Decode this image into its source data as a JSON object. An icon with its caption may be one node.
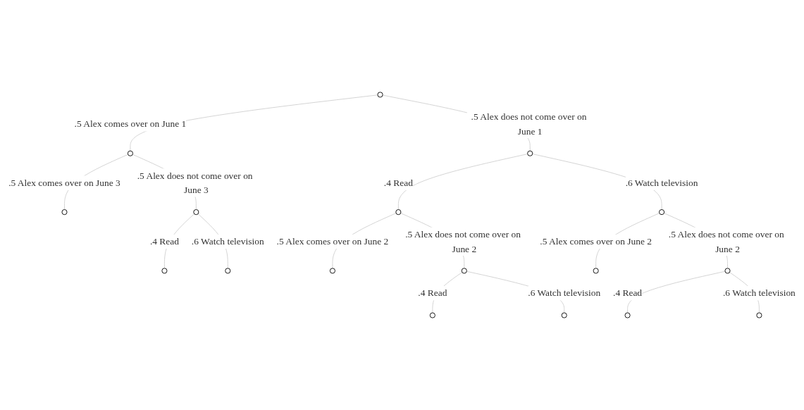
{
  "diagram": {
    "nodes": [
      {
        "text": [],
        "shape": "circle"
      },
      {
        "text": [],
        "shape": "circle"
      },
      {
        "text": [],
        "shape": "circle"
      },
      {
        "text": [],
        "shape": "circle"
      },
      {
        "text": [],
        "shape": "circle"
      },
      {
        "text": [],
        "shape": "circle"
      },
      {
        "text": [],
        "shape": "circle"
      },
      {
        "text": [],
        "shape": "circle"
      },
      {
        "text": [],
        "shape": "circle"
      },
      {
        "text": [],
        "shape": "circle"
      },
      {
        "text": [],
        "shape": "circle"
      },
      {
        "text": [],
        "shape": "circle"
      },
      {
        "text": [],
        "shape": "circle"
      },
      {
        "text": [],
        "shape": "circle"
      },
      {
        "text": [],
        "shape": "circle"
      },
      {
        "text": [],
        "shape": "circle"
      },
      {
        "text": [],
        "shape": "circle"
      }
    ],
    "edges": [
      {
        "from": 0,
        "to": 1,
        "arrow": "none",
        "label": ".5 Alex comes over on June 1"
      },
      {
        "from": 0,
        "to": 2,
        "arrow": "none",
        "label": ".5 Alex does not come over on June 1"
      },
      {
        "from": 1,
        "to": 3,
        "arrow": "none",
        "label": ".5 Alex comes over on June 3"
      },
      {
        "from": 1,
        "to": 4,
        "arrow": "none",
        "label": ".5 Alex does not come over on June 3"
      },
      {
        "from": 4,
        "to": 5,
        "arrow": "none",
        "label": ".4 Read"
      },
      {
        "from": 4,
        "to": 6,
        "arrow": "none",
        "label": ".6 Watch television"
      },
      {
        "from": 2,
        "to": 7,
        "arrow": "none",
        "label": ".4 Read"
      },
      {
        "from": 2,
        "to": 8,
        "arrow": "none",
        "label": ".6 Watch television"
      },
      {
        "from": 7,
        "to": 9,
        "arrow": "none",
        "label": ".5 Alex comes over on June 2"
      },
      {
        "from": 7,
        "to": 10,
        "arrow": "none",
        "label": ".5 Alex does not come over on June 2"
      },
      {
        "from": 8,
        "to": 11,
        "arrow": "none",
        "label": ".5 Alex comes over on June 2"
      },
      {
        "from": 8,
        "to": 12,
        "arrow": "none",
        "label": ".5 Alex does not come over on June 2"
      },
      {
        "from": 10,
        "to": 13,
        "arrow": "none",
        "label": ".4 Read"
      },
      {
        "from": 10,
        "to": 14,
        "arrow": "none",
        "label": ".6 Watch television"
      },
      {
        "from": 12,
        "to": 15,
        "arrow": "none",
        "label": ".4 Read"
      },
      {
        "from": 12,
        "to": 16,
        "arrow": "none",
        "label": ".6 Watch television"
      }
    ]
  }
}
